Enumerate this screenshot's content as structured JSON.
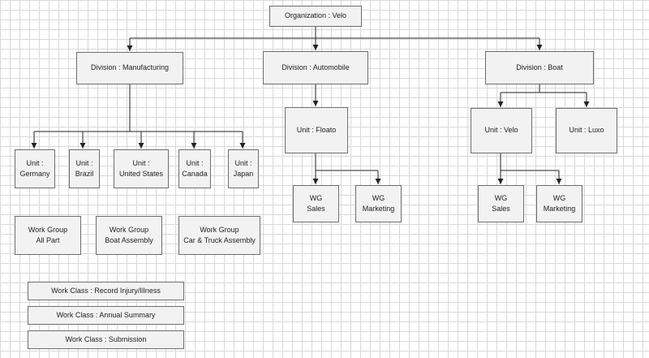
{
  "org": {
    "label": "Organization : Velo"
  },
  "divisions": {
    "manufacturing": "Division : Manufacturing",
    "automobile": "Division : Automobile",
    "boat": "Division : Boat"
  },
  "units": {
    "germany": [
      "Unit :",
      "Germany"
    ],
    "brazil": [
      "Unit :",
      "Brazil"
    ],
    "united_states": [
      "Unit :",
      "United States"
    ],
    "canada": [
      "Unit :",
      "Canada"
    ],
    "japan": [
      "Unit :",
      "Japan"
    ],
    "floato": "Unit : Floato",
    "velo": "Unit : Velo",
    "luxo": "Unit : Luxo"
  },
  "work_groups": {
    "all_part": [
      "Work Group",
      "All Part"
    ],
    "boat_assembly": [
      "Work Group",
      "Boat Assembly"
    ],
    "car_truck": [
      "Work Group",
      "Car & Truck Assembly"
    ],
    "floato_sales": [
      "WG",
      "Sales"
    ],
    "floato_marketing": [
      "WG",
      "Marketing"
    ],
    "velo_sales": [
      "WG",
      "Sales"
    ],
    "velo_marketing": [
      "WG",
      "Marketing"
    ]
  },
  "work_classes": [
    "Work Class : Record Injury/Illness",
    "Work Class : Annual Summary",
    "Work Class : Submission"
  ]
}
